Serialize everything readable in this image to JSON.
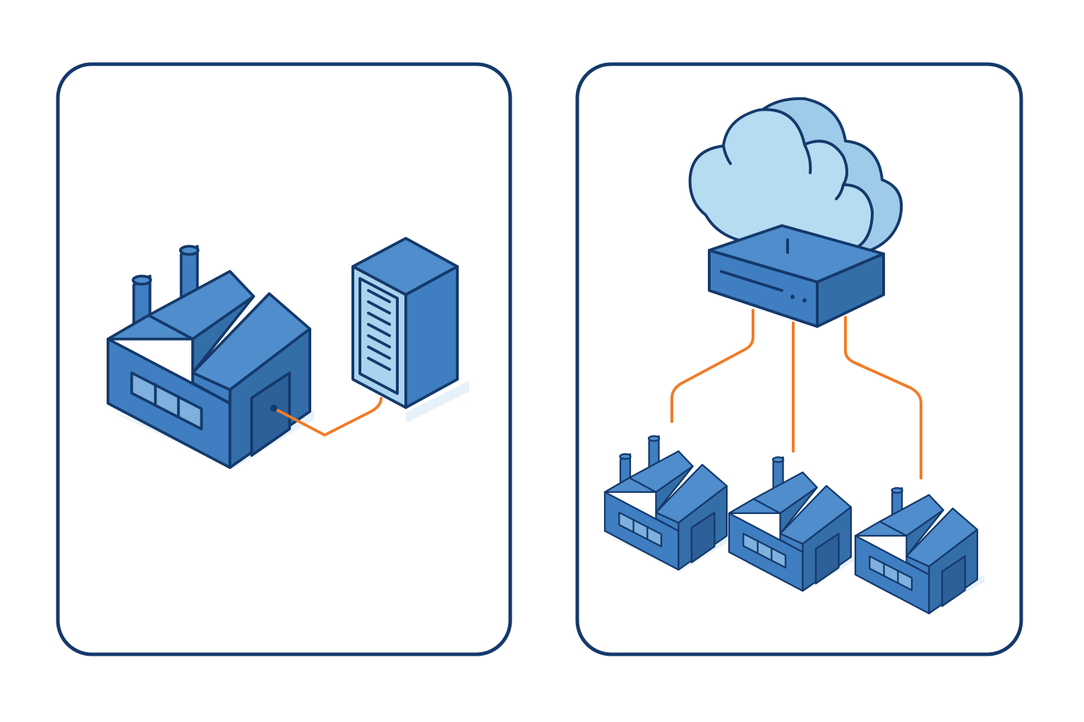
{
  "colors": {
    "frame": "#14396b",
    "factory_front": "#3f7ec1",
    "factory_side": "#346ea9",
    "factory_roof": "#4f8dcc",
    "door": "#2d5f99",
    "window": "#7fb0de",
    "server_side": "#3f7ec1",
    "server_front": "#a9d3ee",
    "server_top": "#4f8dcc",
    "cloud_front": "#b6dcf2",
    "cloud_back": "#9fcbea",
    "gateway": "#3f7ec1",
    "connection": "#f07c27",
    "shadow": "#e6f1f9"
  },
  "panels": [
    {
      "id": "on-premises",
      "icons": [
        "factory-icon",
        "server-rack-icon"
      ],
      "connections": 1
    },
    {
      "id": "cloud",
      "icons": [
        "cloud-icon",
        "gateway-device-icon",
        "factory-icon",
        "factory-icon",
        "factory-icon"
      ],
      "connections": 3
    }
  ]
}
